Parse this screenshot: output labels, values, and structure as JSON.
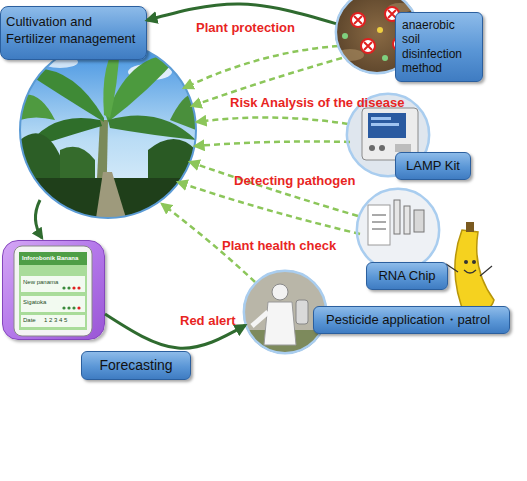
{
  "diagram": {
    "nodes": [
      {
        "text": [
          "Cultivation and Fertilizer management"
        ]
      },
      {
        "text": [
          "anaerobic soil disinfection method"
        ]
      },
      {
        "text": [
          "LAMP Kit"
        ]
      },
      {
        "text": [
          "RNA Chip"
        ]
      },
      {
        "text": [
          "Forecasting"
        ]
      },
      {
        "text": [
          "Pesticide application・patrol"
        ]
      }
    ],
    "edges": [
      {
        "from": 1,
        "to": 0,
        "arrow": "to",
        "label": "Plant protection"
      },
      {
        "from": 4,
        "to": 5,
        "arrow": "to",
        "label": "Red alert"
      }
    ],
    "labels": [
      "Risk Analysis of the disease",
      "Detecting pathogen",
      "Plant health check",
      "Inforobonik Banana",
      "New panama",
      "Sigatoka",
      "Date",
      "1 2 3 4 5"
    ]
  }
}
